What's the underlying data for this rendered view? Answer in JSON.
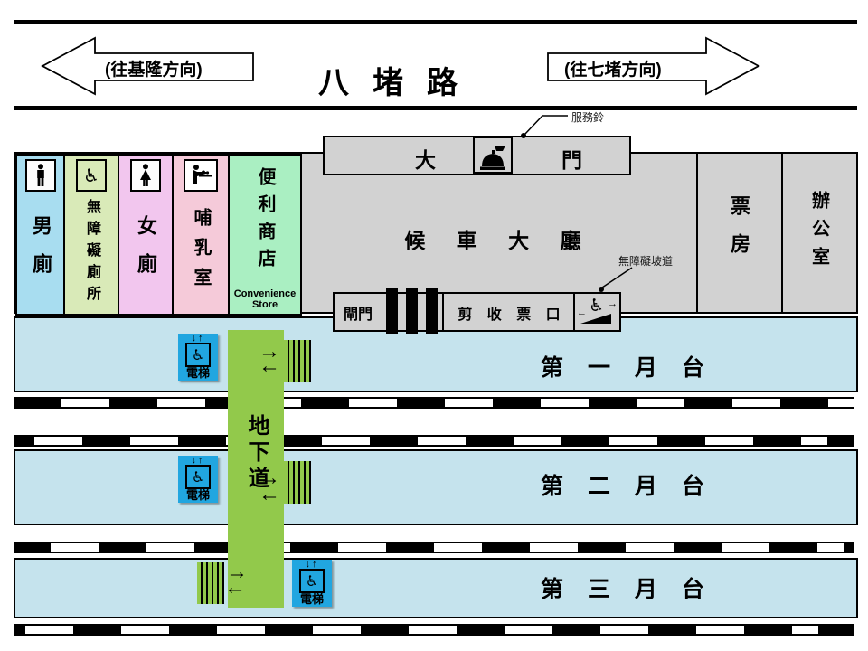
{
  "road": {
    "left_label": "(往基隆方向)",
    "title": "八堵路",
    "right_label": "(往七堵方向)"
  },
  "callouts": {
    "service_bell": "服務鈴",
    "ramp": "無障礙坡道"
  },
  "building": {
    "rooms": [
      {
        "label": "男廁",
        "color": "#a8ddf0",
        "icon": "male-icon"
      },
      {
        "label": "無障礙廁所",
        "color": "#d9eab8",
        "icon": "wheelchair-icon"
      },
      {
        "label": "女廁",
        "color": "#f2c6ee",
        "icon": "female-icon"
      },
      {
        "label": "哺乳室",
        "color": "#f5cad9",
        "icon": "nursing-icon"
      },
      {
        "label": "便利商店",
        "sublabel": "Convenience Store",
        "color": "#aaefc2"
      }
    ],
    "hall": "候 車 大 廳",
    "ticket_room": "票房",
    "office": "辦公室"
  },
  "gate": {
    "left": "大",
    "right": "門"
  },
  "ticket_gate": {
    "gate": "閘門",
    "label": "剪 收 票 口"
  },
  "underpass": "地下道",
  "elevator": {
    "label": "電梯",
    "arrows": "↓↑"
  },
  "icons": {
    "wheelchair": "♿",
    "arrow_right": "→",
    "arrow_left": "←"
  },
  "platforms": [
    {
      "label": "第 一 月 台"
    },
    {
      "label": "第 二 月 台"
    },
    {
      "label": "第 三 月 台"
    }
  ],
  "colors": {
    "building_gray": "#d2d2d2",
    "platform_blue": "#c5e3ed",
    "underpass_green": "#92c94b",
    "elevator_blue": "#21a6e0"
  }
}
